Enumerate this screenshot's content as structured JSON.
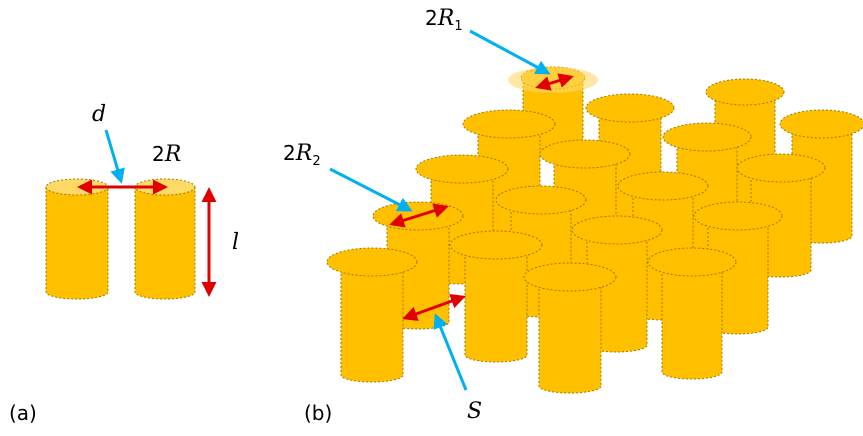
{
  "panel_a": {
    "panel_label": "(a)",
    "d_label": "d",
    "radius_label_prefix": "2",
    "radius_label_var": "R",
    "length_label": "l"
  },
  "panel_b": {
    "panel_label": "(b)",
    "r1_label_prefix": "2",
    "r1_label_var": "R",
    "r1_label_sub": "1",
    "r2_label_prefix": "2",
    "r2_label_var": "R",
    "r2_label_sub": "2",
    "spacing_label": "S"
  },
  "colors": {
    "pillar_fill": "#FFC000",
    "pillar_top": "#FFC000",
    "pillar_top_light": "#FFD966",
    "outline": "#A07800",
    "red_arrow": "#E00000",
    "blue_arrow": "#00B0F0"
  }
}
